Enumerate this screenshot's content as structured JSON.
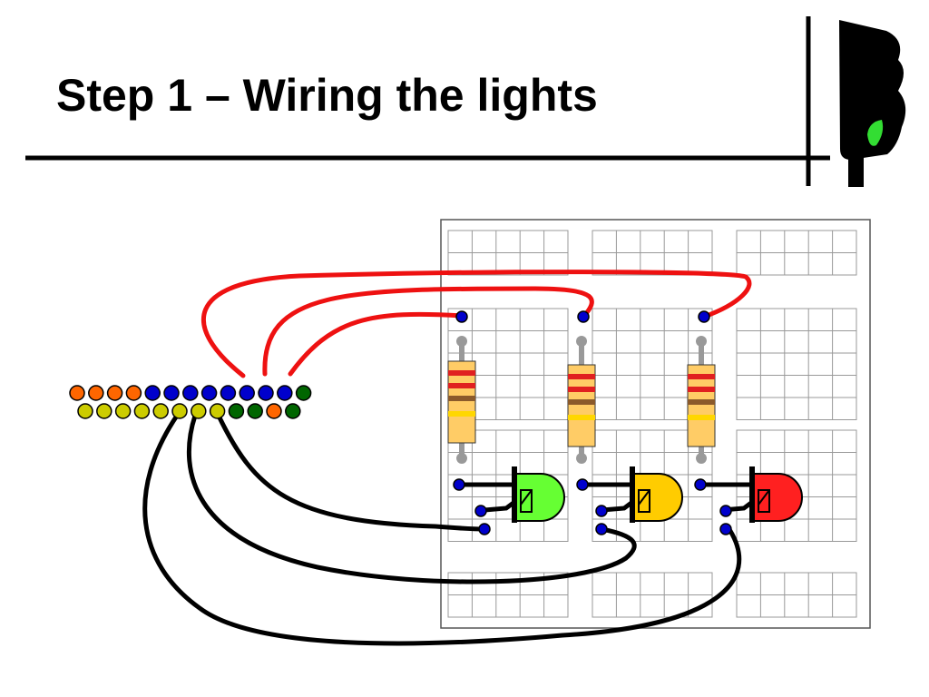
{
  "slide": {
    "title": "Step 1 – Wiring the lights",
    "logo_icon": "traffic-light-icon"
  },
  "diagram": {
    "components": [
      {
        "name": "green-led",
        "color": "#66ff33",
        "resistor_bands": [
          "#e02020",
          "#e02020",
          "#8b5a2b",
          "#ffd700"
        ]
      },
      {
        "name": "yellow-led",
        "color": "#ffcc00",
        "resistor_bands": [
          "#e02020",
          "#e02020",
          "#8b5a2b",
          "#ffd700"
        ]
      },
      {
        "name": "red-led",
        "color": "#ff2020",
        "resistor_bands": [
          "#e02020",
          "#e02020",
          "#8b5a2b",
          "#ffd700"
        ]
      }
    ],
    "header_top_row": [
      "#ff6600",
      "#ff6600",
      "#ff6600",
      "#ff6600",
      "#0000cc",
      "#0000cc",
      "#0000cc",
      "#0000cc",
      "#0000cc",
      "#0000cc",
      "#0000cc",
      "#0000cc",
      "#006600"
    ],
    "header_bottom_row": [
      "#cccc00",
      "#cccc00",
      "#cccc00",
      "#cccc00",
      "#cccc00",
      "#cccc00",
      "#cccc00",
      "#cccc00",
      "#006600",
      "#006600",
      "#ff6600",
      "#006600"
    ],
    "wire_colors": {
      "signal": "#ee1111",
      "ground": "#000000"
    }
  }
}
